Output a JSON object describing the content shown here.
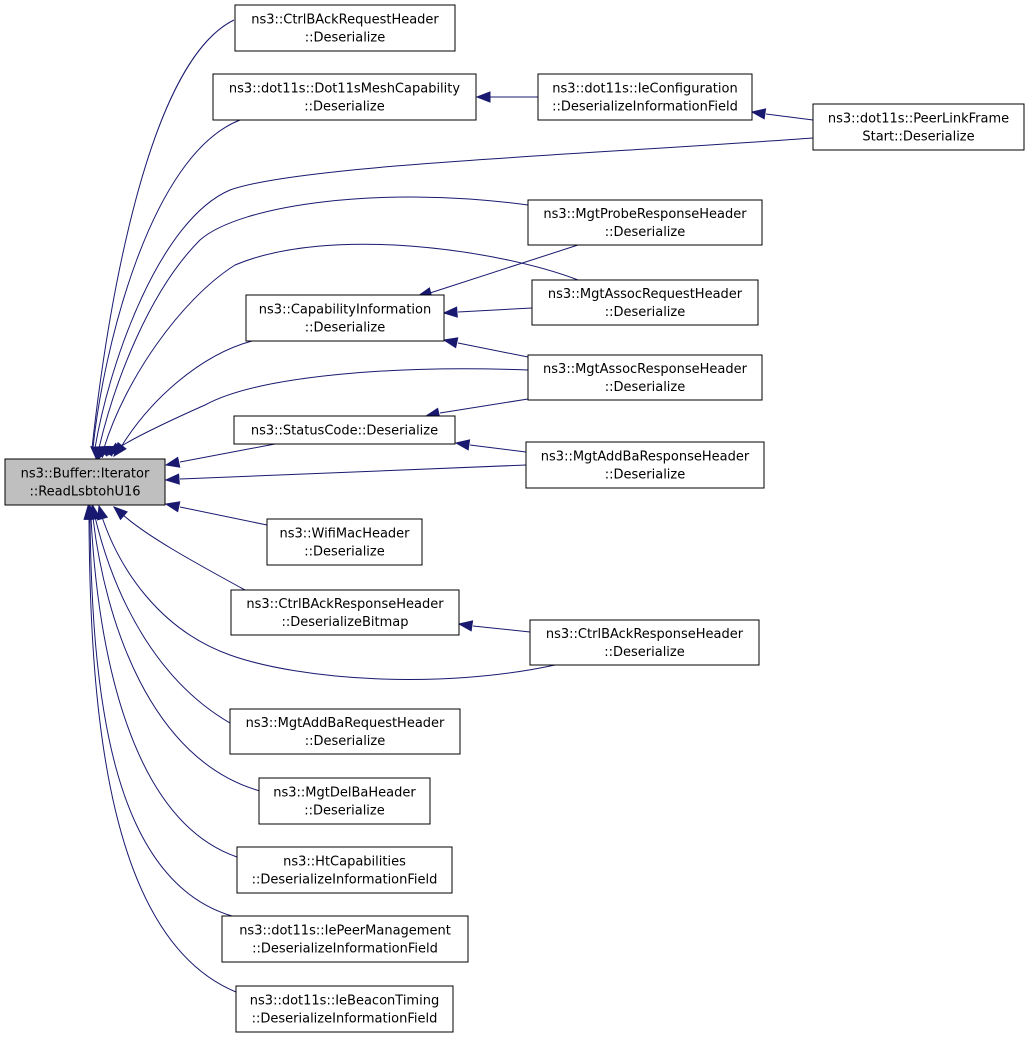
{
  "nodes": {
    "root": [
      "ns3::Buffer::Iterator",
      "::ReadLsbtohU16"
    ],
    "ctrlBAckRequest": [
      "ns3::CtrlBAckRequestHeader",
      "::Deserialize"
    ],
    "meshCapability": [
      "ns3::dot11s::Dot11sMeshCapability",
      "::Deserialize"
    ],
    "ieConfiguration": [
      "ns3::dot11s::IeConfiguration",
      "::DeserializeInformationField"
    ],
    "peerLinkFrame": [
      "ns3::dot11s::PeerLinkFrame",
      "Start::Deserialize"
    ],
    "probeResponse": [
      "ns3::MgtProbeResponseHeader",
      "::Deserialize"
    ],
    "capabilityInfo": [
      "ns3::CapabilityInformation",
      "::Deserialize"
    ],
    "assocRequest": [
      "ns3::MgtAssocRequestHeader",
      "::Deserialize"
    ],
    "assocResponse": [
      "ns3::MgtAssocResponseHeader",
      "::Deserialize"
    ],
    "statusCode": [
      "ns3::StatusCode::Deserialize"
    ],
    "addBaResponse": [
      "ns3::MgtAddBaResponseHeader",
      "::Deserialize"
    ],
    "wifiMacHeader": [
      "ns3::WifiMacHeader",
      "::Deserialize"
    ],
    "ctrlBAckResponseBitmap": [
      "ns3::CtrlBAckResponseHeader",
      "::DeserializeBitmap"
    ],
    "ctrlBAckResponse": [
      "ns3::CtrlBAckResponseHeader",
      "::Deserialize"
    ],
    "addBaRequest": [
      "ns3::MgtAddBaRequestHeader",
      "::Deserialize"
    ],
    "delBa": [
      "ns3::MgtDelBaHeader",
      "::Deserialize"
    ],
    "htCapabilities": [
      "ns3::HtCapabilities",
      "::DeserializeInformationField"
    ],
    "iePeerManagement": [
      "ns3::dot11s::IePeerManagement",
      "::DeserializeInformationField"
    ],
    "ieBeaconTiming": [
      "ns3::dot11s::IeBeaconTiming",
      "::DeserializeInformationField"
    ]
  },
  "edges": [
    {
      "from": "ctrlBAckRequest",
      "to": "root"
    },
    {
      "from": "meshCapability",
      "to": "root"
    },
    {
      "from": "ieConfiguration",
      "to": "meshCapability"
    },
    {
      "from": "peerLinkFrame",
      "to": "ieConfiguration"
    },
    {
      "from": "peerLinkFrame",
      "to": "root"
    },
    {
      "from": "probeResponse",
      "to": "root"
    },
    {
      "from": "probeResponse",
      "to": "capabilityInfo"
    },
    {
      "from": "assocRequest",
      "to": "root"
    },
    {
      "from": "assocRequest",
      "to": "capabilityInfo"
    },
    {
      "from": "assocResponse",
      "to": "capabilityInfo"
    },
    {
      "from": "assocResponse",
      "to": "root"
    },
    {
      "from": "assocResponse",
      "to": "statusCode"
    },
    {
      "from": "capabilityInfo",
      "to": "root"
    },
    {
      "from": "statusCode",
      "to": "root"
    },
    {
      "from": "addBaResponse",
      "to": "statusCode"
    },
    {
      "from": "addBaResponse",
      "to": "root"
    },
    {
      "from": "wifiMacHeader",
      "to": "root"
    },
    {
      "from": "ctrlBAckResponseBitmap",
      "to": "root"
    },
    {
      "from": "ctrlBAckResponse",
      "to": "ctrlBAckResponseBitmap"
    },
    {
      "from": "ctrlBAckResponse",
      "to": "root"
    },
    {
      "from": "addBaRequest",
      "to": "root"
    },
    {
      "from": "delBa",
      "to": "root"
    },
    {
      "from": "htCapabilities",
      "to": "root"
    },
    {
      "from": "iePeerManagement",
      "to": "root"
    },
    {
      "from": "ieBeaconTiming",
      "to": "root"
    }
  ],
  "colors": {
    "edge": "#191970",
    "focus_fill": "#bfbfbf",
    "node_fill": "#ffffff",
    "node_border": "#000000"
  }
}
